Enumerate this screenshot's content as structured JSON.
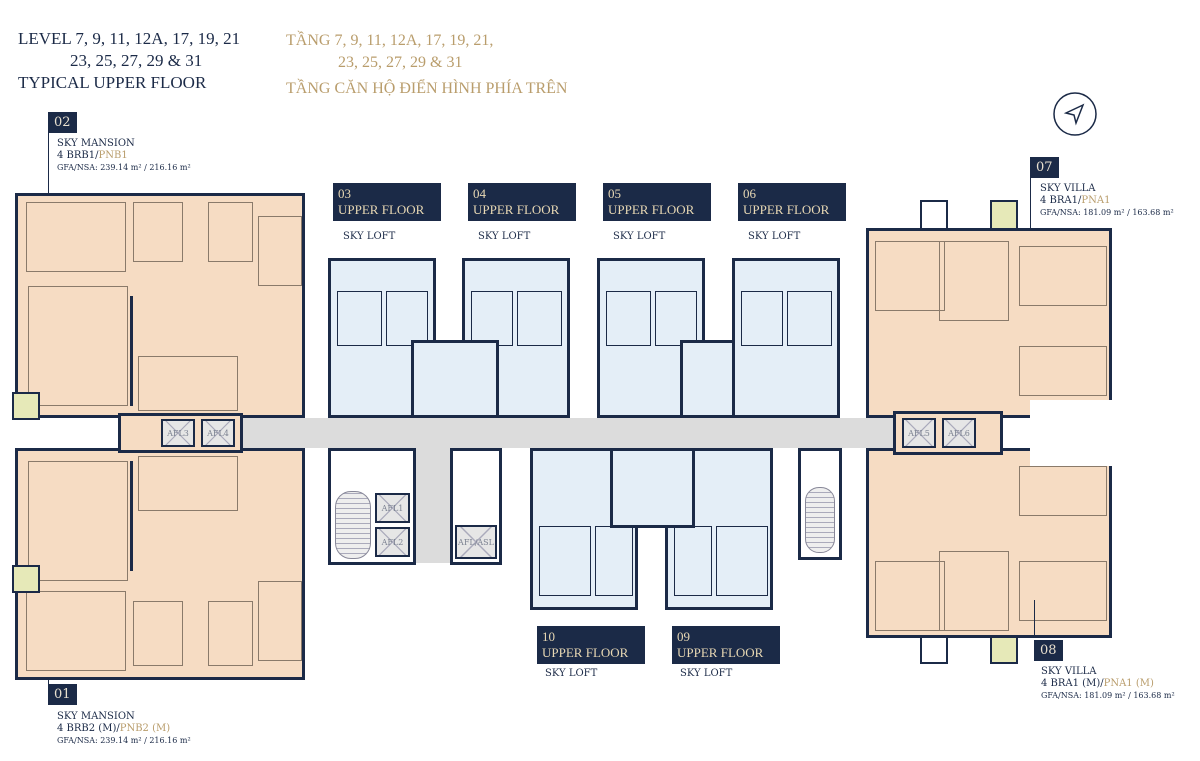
{
  "title": {
    "en_line1": "LEVEL 7, 9, 11, 12A, 17, 19, 21",
    "en_line2": "23, 25, 27, 29 & 31",
    "en_line3": "TYPICAL UPPER FLOOR",
    "vn_line1": "TẦNG 7, 9, 11, 12A, 17, 19, 21,",
    "vn_line2": "23, 25, 27, 29 & 31",
    "vn_line3": "TẦNG CĂN HỘ ĐIỂN HÌNH PHÍA TRÊN"
  },
  "compass": {
    "icon": "north-arrow-icon"
  },
  "units": {
    "u02": {
      "number": "02",
      "name": "SKY MANSION",
      "type": "4 BRB1/",
      "type_vn": "PNB1",
      "area": "GFA/NSA: 239.14 m² / 216.16 m²"
    },
    "u01": {
      "number": "01",
      "name": "SKY MANSION",
      "type": "4 BRB2 (M)/",
      "type_vn": "PNB2 (M)",
      "area": "GFA/NSA: 239.14 m² / 216.16 m²"
    },
    "u07": {
      "number": "07",
      "name": "SKY VILLA",
      "type": "4 BRA1/",
      "type_vn": "PNA1",
      "area": "GFA/NSA: 181.09 m² / 163.68 m²"
    },
    "u08": {
      "number": "08",
      "name": "SKY VILLA",
      "type": "4 BRA1 (M)/",
      "type_vn": "PNA1 (M)",
      "area": "GFA/NSA: 181.09 m² / 163.68 m²"
    },
    "u03": {
      "number": "03",
      "label": "UPPER FLOOR",
      "sub": "SKY LOFT"
    },
    "u04": {
      "number": "04",
      "label": "UPPER FLOOR",
      "sub": "SKY LOFT"
    },
    "u05": {
      "number": "05",
      "label": "UPPER FLOOR",
      "sub": "SKY LOFT"
    },
    "u06": {
      "number": "06",
      "label": "UPPER FLOOR",
      "sub": "SKY LOFT"
    },
    "u10": {
      "number": "10",
      "label": "UPPER FLOOR",
      "sub": "SKY LOFT"
    },
    "u09": {
      "number": "09",
      "label": "UPPER FLOOR",
      "sub": "SKY LOFT"
    }
  },
  "lifts": [
    "AFL1",
    "AFL2",
    "AFL3",
    "AFL4",
    "AFL5",
    "AFL6",
    "AFL/ASL"
  ],
  "colors": {
    "navy": "#1b2a47",
    "gold": "#b99d6c",
    "peach": "#f6dcc3",
    "loft_blue": "#e4eef7",
    "corridor": "#dcdcdc"
  }
}
